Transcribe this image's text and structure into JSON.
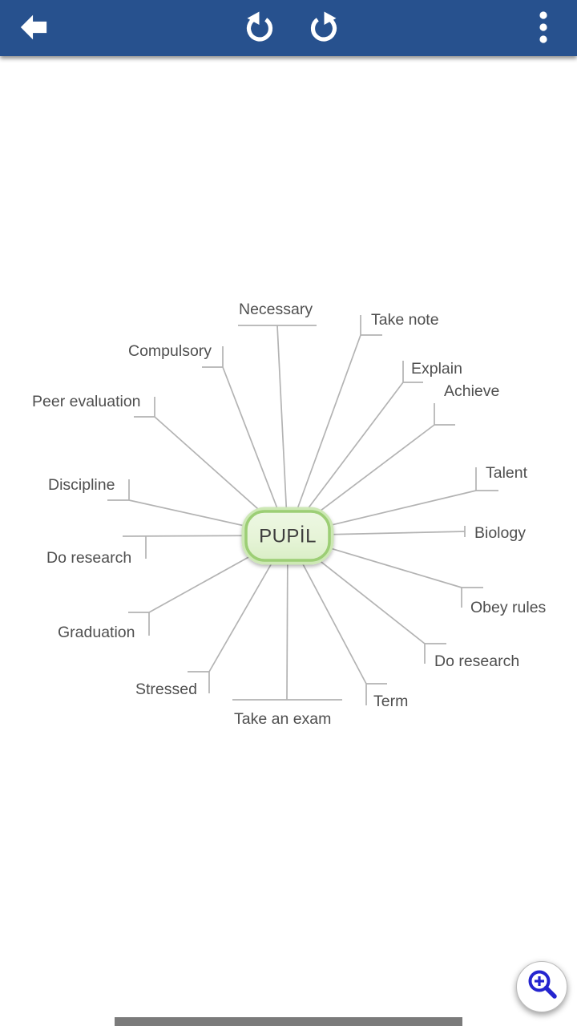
{
  "toolbar": {
    "icons": [
      "back-arrow",
      "undo",
      "redo",
      "overflow-menu"
    ]
  },
  "mindmap": {
    "center": {
      "label": "PUPİL"
    },
    "branches": [
      {
        "label": "Necessary"
      },
      {
        "label": "Take note"
      },
      {
        "label": "Explain"
      },
      {
        "label": "Achieve"
      },
      {
        "label": "Talent"
      },
      {
        "label": "Biology"
      },
      {
        "label": "Obey rules"
      },
      {
        "label": "Do research"
      },
      {
        "label": "Term"
      },
      {
        "label": "Take an exam"
      },
      {
        "label": "Stressed"
      },
      {
        "label": "Graduation"
      },
      {
        "label": "Do research"
      },
      {
        "label": "Discipline"
      },
      {
        "label": "Peer evaluation"
      },
      {
        "label": "Compulsory"
      }
    ]
  },
  "fab": {
    "icon": "zoom-in-magnifier"
  },
  "colors": {
    "toolbar_bg": "#27518e",
    "node_fill": "#e6f4d8",
    "node_border": "#9cce74",
    "node_halo": "#cde8b5",
    "connector": "#b3b3b3",
    "label_text": "#4f4f4f",
    "center_text": "#3d3d3d",
    "fab_icon": "#2525cf",
    "scrollbar": "#7b7b7b"
  }
}
